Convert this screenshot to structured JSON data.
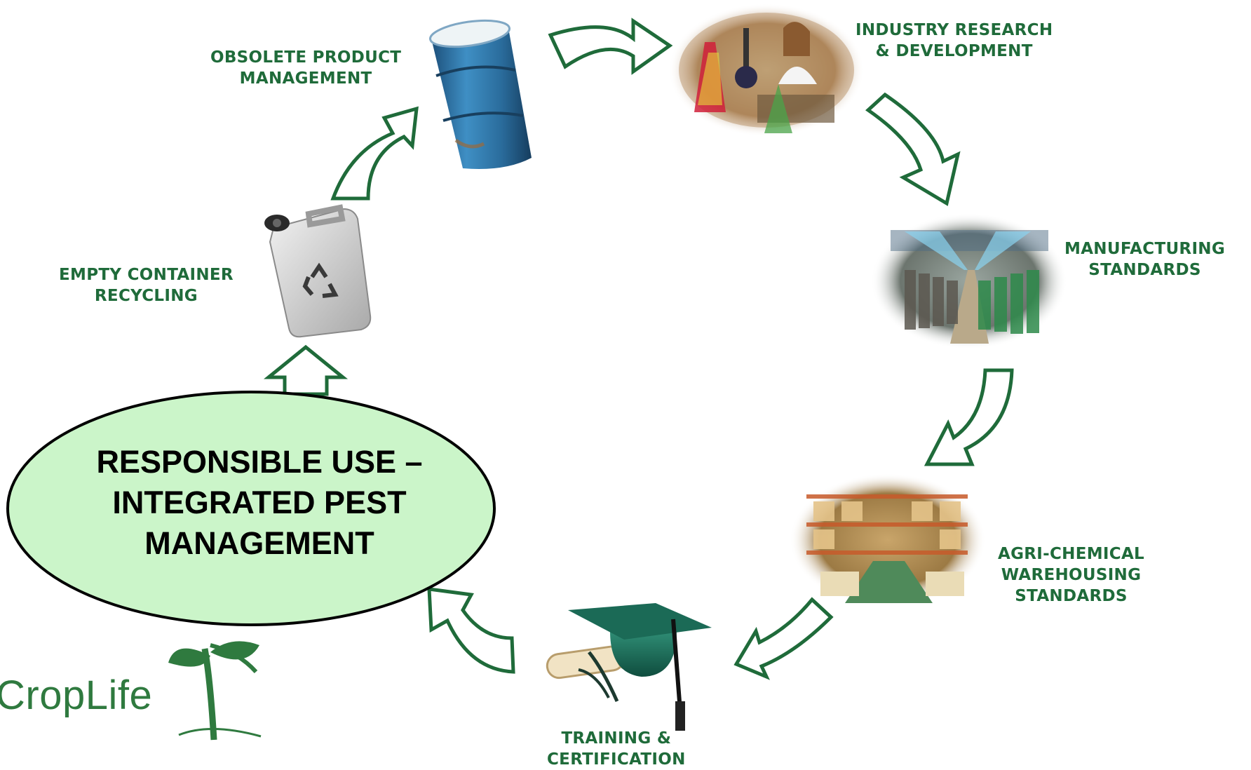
{
  "center": {
    "line1": "RESPONSIBLE USE –",
    "line2": "INTEGRATED PEST",
    "line3": "MANAGEMENT"
  },
  "stages": {
    "research": {
      "line1": "INDUSTRY RESEARCH",
      "line2": "& DEVELOPMENT",
      "image": "laboratory-photo"
    },
    "manufacturing": {
      "line1": "MANUFACTURING",
      "line2": "STANDARDS",
      "image": "factory-photo"
    },
    "warehousing": {
      "line1": "AGRI-CHEMICAL",
      "line2": "WAREHOUSING",
      "line3": "STANDARDS",
      "image": "warehouse-photo"
    },
    "training": {
      "line1": "TRAINING &",
      "line2": "CERTIFICATION",
      "image": "graduation-cap-and-diploma"
    },
    "recycling": {
      "line1": "EMPTY CONTAINER",
      "line2": "RECYCLING",
      "image": "jerrycan-with-recycle-symbol"
    },
    "obsolete": {
      "line1": "OBSOLETE PRODUCT",
      "line2": "MANAGEMENT",
      "image": "blue-oil-drum"
    }
  },
  "logo": {
    "text": "CropLife"
  },
  "colors": {
    "label_green": "#1f6b3a",
    "arrow_green": "#1f6b3a",
    "ellipse_fill": "#cbf5c9",
    "logo_green": "#2f7a3f"
  }
}
